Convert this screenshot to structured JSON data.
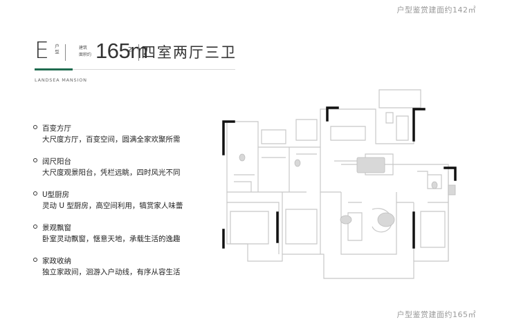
{
  "captions": {
    "top": "户型鉴赏建面约142㎡",
    "bottom": "户型鉴赏建面约165㎡"
  },
  "header": {
    "type_letter": "E",
    "unit_type_label": "户型",
    "area_label_line1": "建筑",
    "area_label_line2": "面积约",
    "area_value": "165m",
    "area_unit": "2",
    "layout_title": "四室两厅三卫",
    "accent_color": "#1f6b4f"
  },
  "brand": "LANDSEA MANSION",
  "features": [
    {
      "title": "百变方厅",
      "desc": "大尺度方厅，百变空间，圆满全家欢聚所需"
    },
    {
      "title": "阔尺阳台",
      "desc": "大尺度观景阳台，凭栏远眺，四时风光不同"
    },
    {
      "title": "U型厨房",
      "desc": "灵动 U 型厨房，高空间利用，犒赏家人味蕾"
    },
    {
      "title": "景观飘窗",
      "desc": "卧室灵动飘窗，惬意天地，承载生活的逸趣"
    },
    {
      "title": "家政收纳",
      "desc": "独立家政间，洄游入户动线，有序从容生活"
    }
  ],
  "floorplan": {
    "icon": "floor-plan-icon",
    "wall_color": "#c8c8c8",
    "bold_wall_color": "#111111"
  }
}
